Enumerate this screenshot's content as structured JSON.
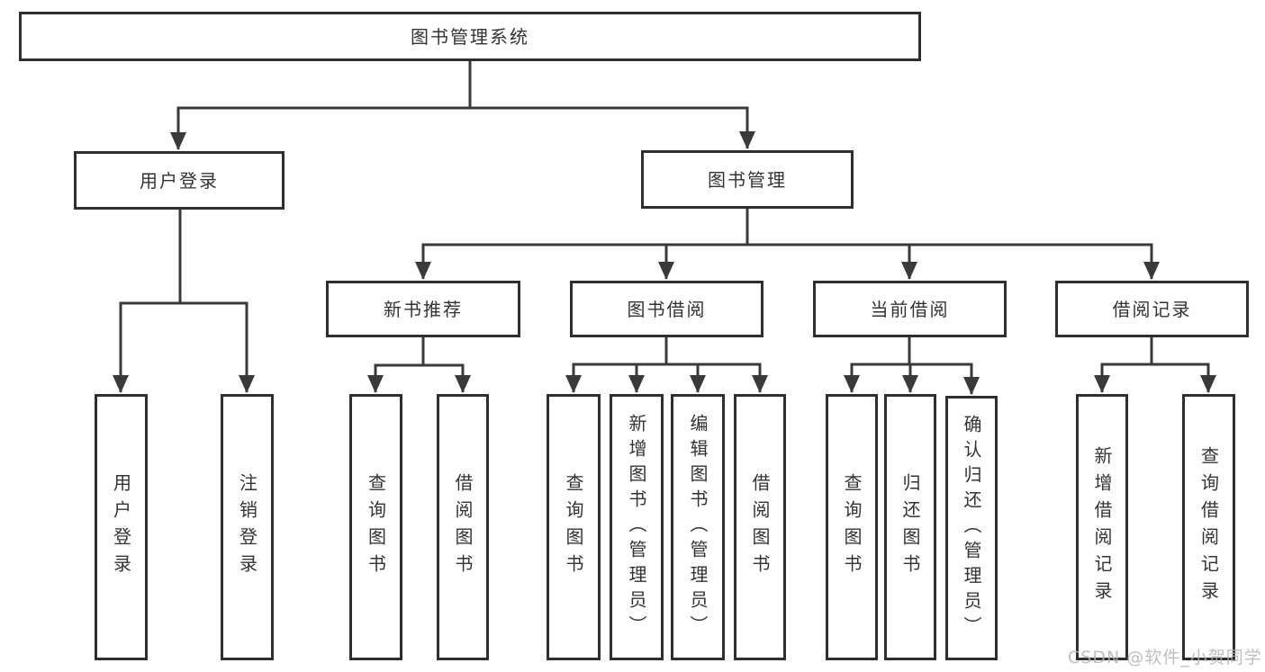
{
  "colors": {
    "line": "#3a3a3a",
    "box_border": "#2f2f2f",
    "text": "#333333",
    "watermark_text": "#b5b5b5",
    "background": "#ffffff"
  },
  "watermark": {
    "text": "CSDN @软件_小贺同学"
  },
  "diagram": {
    "title": "图书管理系统",
    "nodes": {
      "root": {
        "label": "图书管理系统"
      },
      "user_login": {
        "label": "用户登录"
      },
      "book_mgmt": {
        "label": "图书管理"
      },
      "new_book_rec": {
        "label": "新书推荐"
      },
      "book_borrow": {
        "label": "图书借阅"
      },
      "current_borrow": {
        "label": "当前借阅"
      },
      "borrow_record": {
        "label": "借阅记录"
      },
      "leaf_user_login": {
        "label": "用户登录"
      },
      "leaf_logout": {
        "label": "注销登录"
      },
      "leaf_rec_query_book": {
        "label": "查询图书"
      },
      "leaf_rec_borrow_book": {
        "label": "借阅图书"
      },
      "leaf_bb_query_book": {
        "label": "查询图书"
      },
      "leaf_bb_add_book": {
        "label": "新增图书（管理员）"
      },
      "leaf_bb_edit_book": {
        "label": "编辑图书（管理员）"
      },
      "leaf_bb_borrow_book": {
        "label": "借阅图书"
      },
      "leaf_cb_query_book": {
        "label": "查询图书"
      },
      "leaf_cb_return_book": {
        "label": "归还图书"
      },
      "leaf_cb_confirm_return": {
        "label": "确认归还（管理员）"
      },
      "leaf_br_add_record": {
        "label": "新增借阅记录"
      },
      "leaf_br_query_record": {
        "label": "查询借阅记录"
      }
    },
    "hierarchy": {
      "图书管理系统": [
        "用户登录",
        "图书管理"
      ],
      "用户登录": [
        "用户登录",
        "注销登录"
      ],
      "图书管理": [
        "新书推荐",
        "图书借阅",
        "当前借阅",
        "借阅记录"
      ],
      "新书推荐": [
        "查询图书",
        "借阅图书"
      ],
      "图书借阅": [
        "查询图书",
        "新增图书（管理员）",
        "编辑图书（管理员）",
        "借阅图书"
      ],
      "当前借阅": [
        "查询图书",
        "归还图书",
        "确认归还（管理员）"
      ],
      "借阅记录": [
        "新增借阅记录",
        "查询借阅记录"
      ]
    }
  }
}
